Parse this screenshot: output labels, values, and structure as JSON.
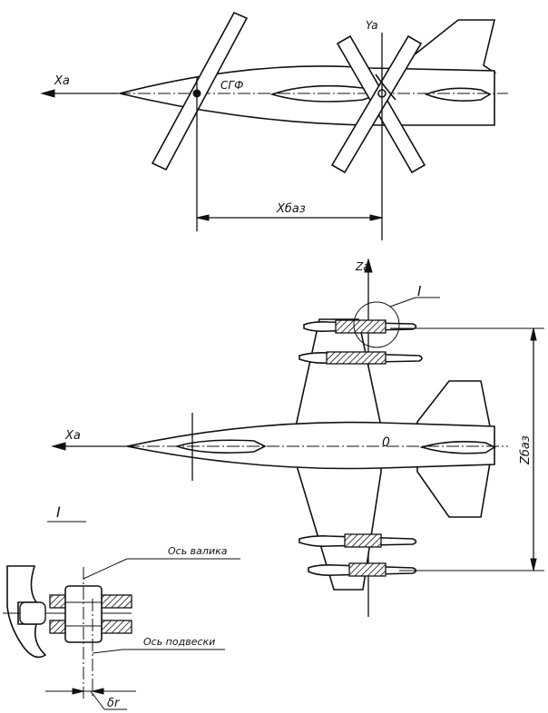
{
  "labels": {
    "xa_top": "Xa",
    "ya_top": "Ya",
    "sgf": "СГФ",
    "x_baz": "Xбаз",
    "za": "Za",
    "xa_bottom": "Xa",
    "origin": "0",
    "z_baz": "Zбаз",
    "detail_marker": "I",
    "detail_title": "I",
    "roller_axis": "Ось валика",
    "suspension_axis": "Ось подвески",
    "delta_r": "δr"
  }
}
